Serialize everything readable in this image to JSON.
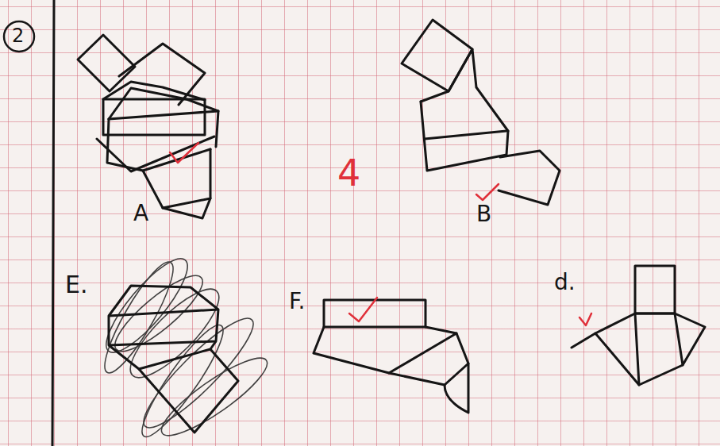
{
  "diagram": {
    "labels": [
      "2",
      "A",
      "B",
      "4",
      "E.",
      "F.",
      "d."
    ]
  }
}
